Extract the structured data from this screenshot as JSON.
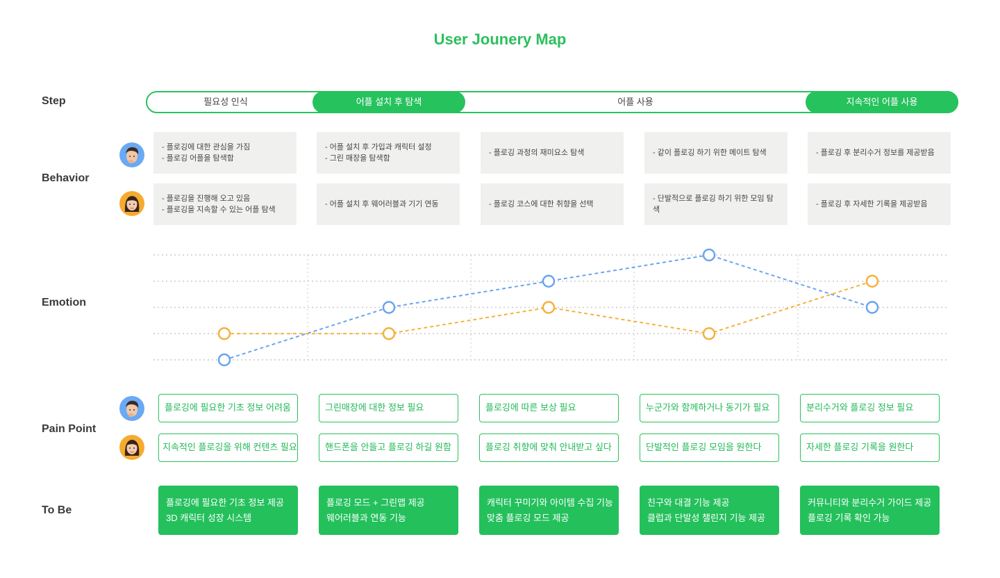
{
  "title": "User Jounery Map",
  "labels": {
    "step": "Step",
    "behavior": "Behavior",
    "emotion": "Emotion",
    "pain_point": "Pain Point",
    "to_be": "To Be"
  },
  "steps": [
    "필요성 인식",
    "어플 설치 후 탐색",
    "어플 사용",
    "지속적인 어플 사용"
  ],
  "behavior": {
    "persona1": [
      [
        "- 플로깅에 대한 관심을 가짐",
        "- 플로깅 어플을 탐색함"
      ],
      [
        "- 어플 설치 후 가입과 캐릭터 설정",
        "- 그린 매장을 탐색함"
      ],
      [
        "- 플로깅 과정의 재미요소 탐색"
      ],
      [
        "- 같이 플로깅 하기 위한 메이트 탐색"
      ],
      [
        "- 플로깅 후 분리수거 정보를 제공받음"
      ]
    ],
    "persona2": [
      [
        "- 플로깅을 진행해 오고 있음",
        "- 플로깅을 지속할 수 있는 어플 탐색"
      ],
      [
        "- 어플 설치 후 웨어러블과 기기 연동"
      ],
      [
        "- 플로깅 코스에 대한 취향을 선택"
      ],
      [
        "- 단발적으로 플로깅 하기 위한 모임 탐색"
      ],
      [
        "- 플로깅 후 자세한 기록을 제공받음"
      ]
    ]
  },
  "chart_data": {
    "type": "line",
    "x": [
      1,
      2,
      3,
      4,
      5
    ],
    "ylim": [
      1,
      5
    ],
    "grid": true,
    "series": [
      {
        "color": "#6aa4f0",
        "values": [
          1,
          3,
          4,
          5,
          3
        ]
      },
      {
        "color": "#f6b13c",
        "values": [
          2,
          2,
          3,
          2,
          4
        ]
      }
    ]
  },
  "pain_points": {
    "persona1": [
      "플로깅에 필요한 기초 정보 어려움",
      "그린매장에 대한 정보 필요",
      "플로깅에 따른 보상 필요",
      "누군가와 함께하거나 동기가 필요",
      "분리수거와 플로깅 정보 필요"
    ],
    "persona2": [
      "지속적인 플로깅을 위해 컨텐츠 필요",
      "핸드폰을 안들고 플로깅 하길 원함",
      "플로깅 취향에 맞춰 안내받고 싶다",
      "단발적인 플로깅 모임을 원한다",
      "자세한 플로깅 기록을 원한다"
    ]
  },
  "to_be": [
    [
      "플로깅에 필요한 기초 정보 제공",
      "3D 캐릭터 성장 시스템"
    ],
    [
      "플로깅 모드 + 그린맵 제공",
      "웨어러블과 연동 기능"
    ],
    [
      "캐릭터 꾸미기와 아이템 수집 기능",
      "맞춤 플로깅 모드 제공"
    ],
    [
      "친구와 대결 기능 제공",
      "클럽과 단발성 챌린지 기능 제공"
    ],
    [
      "커뮤니티와 분리수거 가이드 제공",
      "플로깅 기록 확인 가능"
    ]
  ],
  "colors": {
    "accent": "#26c25d",
    "persona1": "#6aa4f0",
    "persona2": "#f6b13c",
    "card_bg": "#f0f1ef"
  }
}
